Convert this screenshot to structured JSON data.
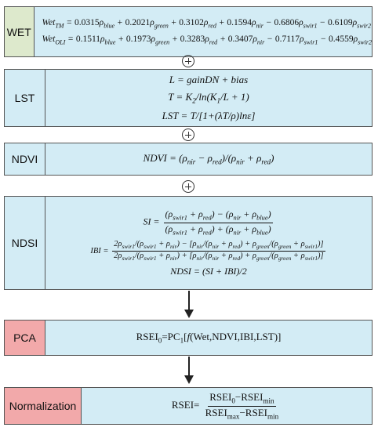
{
  "wet": {
    "label": "WET",
    "eq_tm": "Wet_TM = 0.0315ρblue + 0.2021ρgreen + 0.3102ρred + 0.1594ρnir − 0.6806ρswir1 − 0.6109ρswir2",
    "eq_oli": "Wet_OLI = 0.1511ρblue + 0.1973ρgreen + 0.3283ρred + 0.3407ρnir − 0.7117ρswir1 − 0.4559ρswir2"
  },
  "lst": {
    "label": "LST",
    "eq1": "L = gainDN + bias",
    "eq2": "T = K2/ln(K1/L + 1)",
    "eq3": "LST = T/[1+(λT/ρ)lnε]"
  },
  "ndvi": {
    "label": "NDVI",
    "eq1": "NDVI = (ρnir − ρred)/(ρnir + ρred)"
  },
  "ndsi": {
    "label": "NDSI",
    "eq_si": "SI = ((ρswir1 + ρred) − (ρnir + ρblue)) / ((ρswir1 + ρred) + (ρnir + ρblue))",
    "eq_ibi": "IBI = (2ρswir1/(ρswir1 + ρnir) − [ρnir/(ρnir + ρred) + ρgreen/(ρgreen + ρswir1)]) / (2ρswir1/(ρswir1 + ρnir) + [ρnir/(ρnir + ρred) + ρgreen/(ρgreen + ρswir1)])",
    "eq_ndsi": "NDSI = (SI + IBI)/2"
  },
  "pca": {
    "label": "PCA",
    "eq": "RSEI0 = PC1[f(Wet,NDVI,IBI,LST)]"
  },
  "norm": {
    "label": "Normalization",
    "eq": "RSEI = (RSEI0 − RSEImin) / (RSEImax − RSEImin)"
  }
}
